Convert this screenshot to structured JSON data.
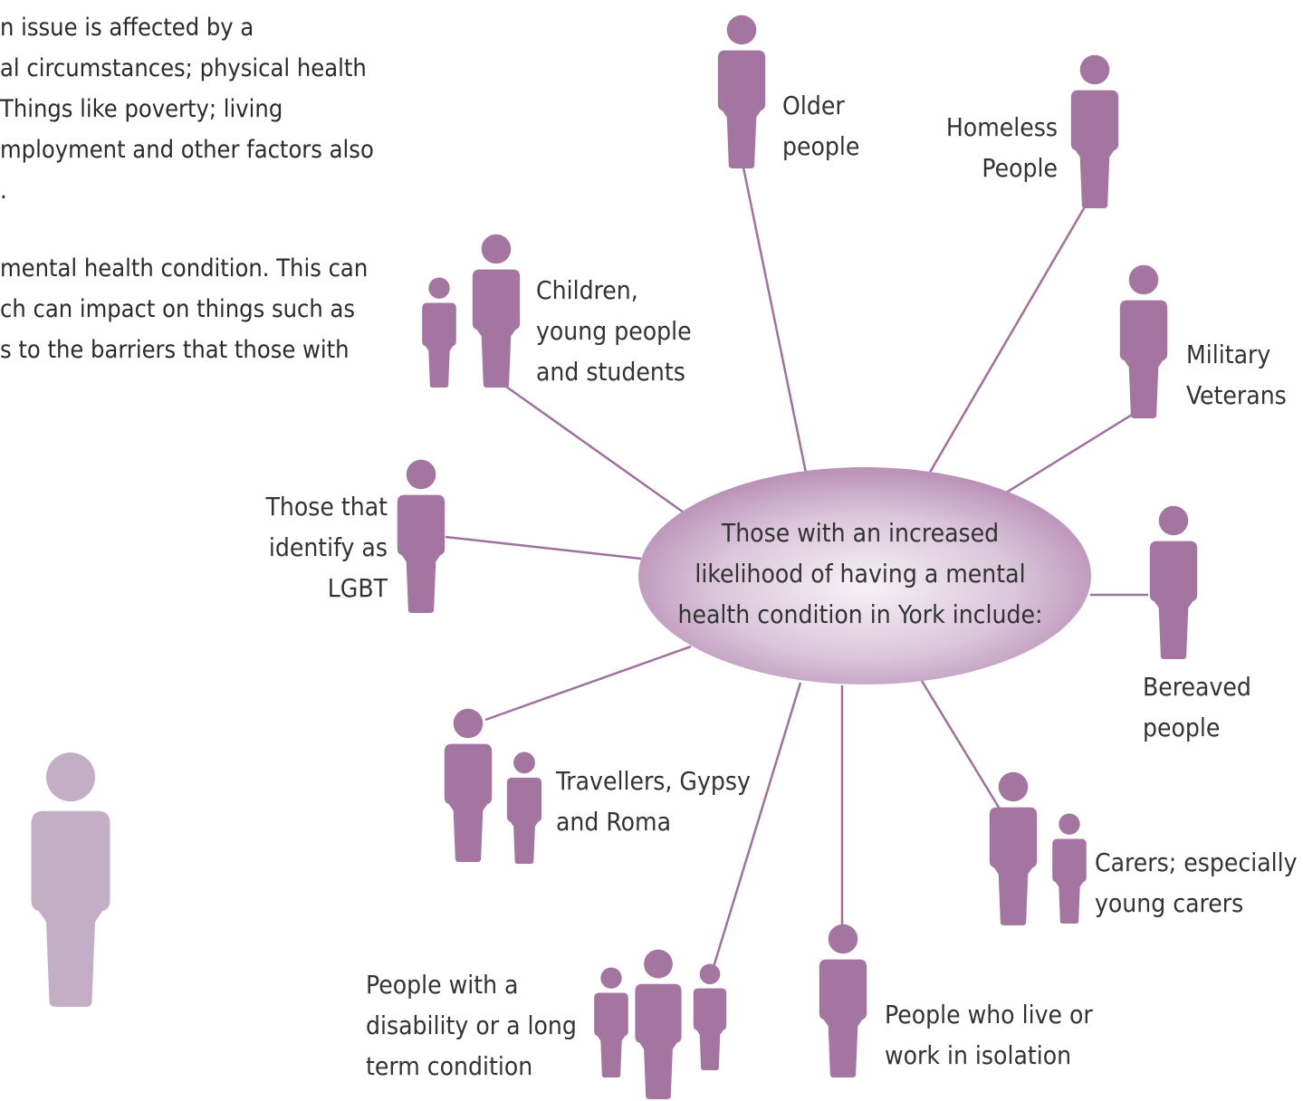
{
  "intro": {
    "paragraph1": [
      "n issue is affected by a",
      "al circumstances; physical health",
      "Things like poverty; living",
      "mployment and other factors also",
      "."
    ],
    "paragraph2": [
      " mental health condition. This can",
      "ch can impact on things such as",
      "s to the barriers that those with"
    ]
  },
  "center": {
    "lines": [
      "Those with an increased",
      "likelihood of having a mental",
      "health condition in York include:"
    ]
  },
  "groups": [
    {
      "id": "older",
      "lines": [
        "Older",
        "people"
      ]
    },
    {
      "id": "homeless",
      "lines": [
        "Homeless",
        "People"
      ]
    },
    {
      "id": "children",
      "lines": [
        "Children,",
        "young people",
        "and students"
      ]
    },
    {
      "id": "veterans",
      "lines": [
        "Military",
        "Veterans"
      ]
    },
    {
      "id": "lgbt",
      "lines": [
        "Those that",
        "identify as",
        "LGBT"
      ]
    },
    {
      "id": "bereaved",
      "lines": [
        "Bereaved",
        "people"
      ]
    },
    {
      "id": "travellers",
      "lines": [
        "Travellers, Gypsy",
        "and Roma"
      ]
    },
    {
      "id": "carers",
      "lines": [
        "Carers; especially",
        "young carers"
      ]
    },
    {
      "id": "disability",
      "lines": [
        "People with a",
        "disability or a long",
        "term condition"
      ]
    },
    {
      "id": "isolation",
      "lines": [
        "People who live or",
        "work in isolation"
      ]
    }
  ],
  "colors": {
    "figure": "#a575a2",
    "figure_light": "#c4aec5",
    "connector": "#a0709e",
    "ellipse_edge": "#b080ae",
    "ellipse_center": "#f4f0f5"
  }
}
